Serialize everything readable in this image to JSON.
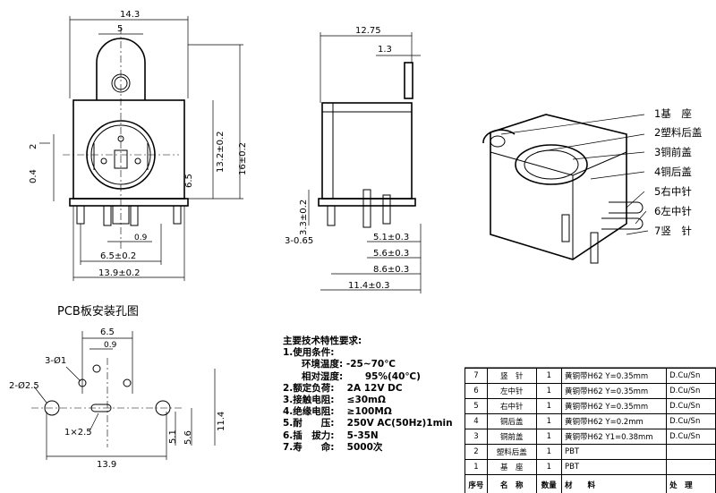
{
  "front_view": {
    "dims": {
      "w_total": "14.3",
      "w_top": "5",
      "h_total": "16±0.2",
      "h_body": "13.2±0.2",
      "h_center": "6.5",
      "d2": "2",
      "d04": "0.4",
      "d09": "0.9",
      "pin_sp": "6.5±0.2",
      "w_base": "13.9±0.2"
    }
  },
  "side_view": {
    "dims": {
      "depth": "12.75",
      "tab": "1.3",
      "pin_h": "3.3±0.2",
      "pin_w": "3-0.65",
      "p1": "5.1±0.3",
      "p2": "5.6±0.3",
      "p3": "8.6±0.3",
      "p4": "11.4±0.3"
    }
  },
  "parts_labels": [
    "1基　座",
    "2塑料后盖",
    "3铜前盖",
    "4铜后盖",
    "5右中针",
    "6左中针",
    "7竖　针"
  ],
  "pcb": {
    "title": "PCB板安装孔图",
    "dims": {
      "d65": "6.5",
      "d09": "0.9",
      "hole1": "3-Ø1",
      "hole2": "2-Ø2.5",
      "slot": "1×2.5",
      "w": "13.9",
      "h114": "11.4",
      "h56": "5.6",
      "h51": "5.1"
    }
  },
  "specs": {
    "title": "主要技术特性要求:",
    "lines": [
      "1.使用条件:",
      "　　环境温度: -25~70℃",
      "　　相对湿度: 　　95%(40℃)",
      "2.额定负荷: 　2A 12V DC",
      "3.接触电阻: 　≤30mΩ",
      "4.绝缘电阻: 　≥100MΩ",
      "5.耐　　压: 　250V AC(50Hz)1min",
      "6.插　拔力: 　5-35N",
      "7.寿　　命: 　5000次"
    ]
  },
  "bom": {
    "rows": [
      [
        "7",
        "竖　针",
        "1",
        "黄铜带H62 Y=0.35mm",
        "D.Cu/Sn"
      ],
      [
        "6",
        "左中针",
        "1",
        "黄铜带H62 Y=0.35mm",
        "D.Cu/Sn"
      ],
      [
        "5",
        "右中针",
        "1",
        "黄铜带H62 Y=0.35mm",
        "D.Cu/Sn"
      ],
      [
        "4",
        "铜后盖",
        "1",
        "黄铜带H62 Y=0.2mm",
        "D.Cu/Sn"
      ],
      [
        "3",
        "铜前盖",
        "1",
        "黄铜带H62 Y1=0.38mm",
        "D.Cu/Sn"
      ],
      [
        "2",
        "塑料后盖",
        "1",
        "PBT",
        ""
      ],
      [
        "1",
        "基　座",
        "1",
        "PBT",
        ""
      ]
    ],
    "header": [
      "序号",
      "名　称",
      "数量",
      "材　　料",
      "处　理"
    ]
  }
}
